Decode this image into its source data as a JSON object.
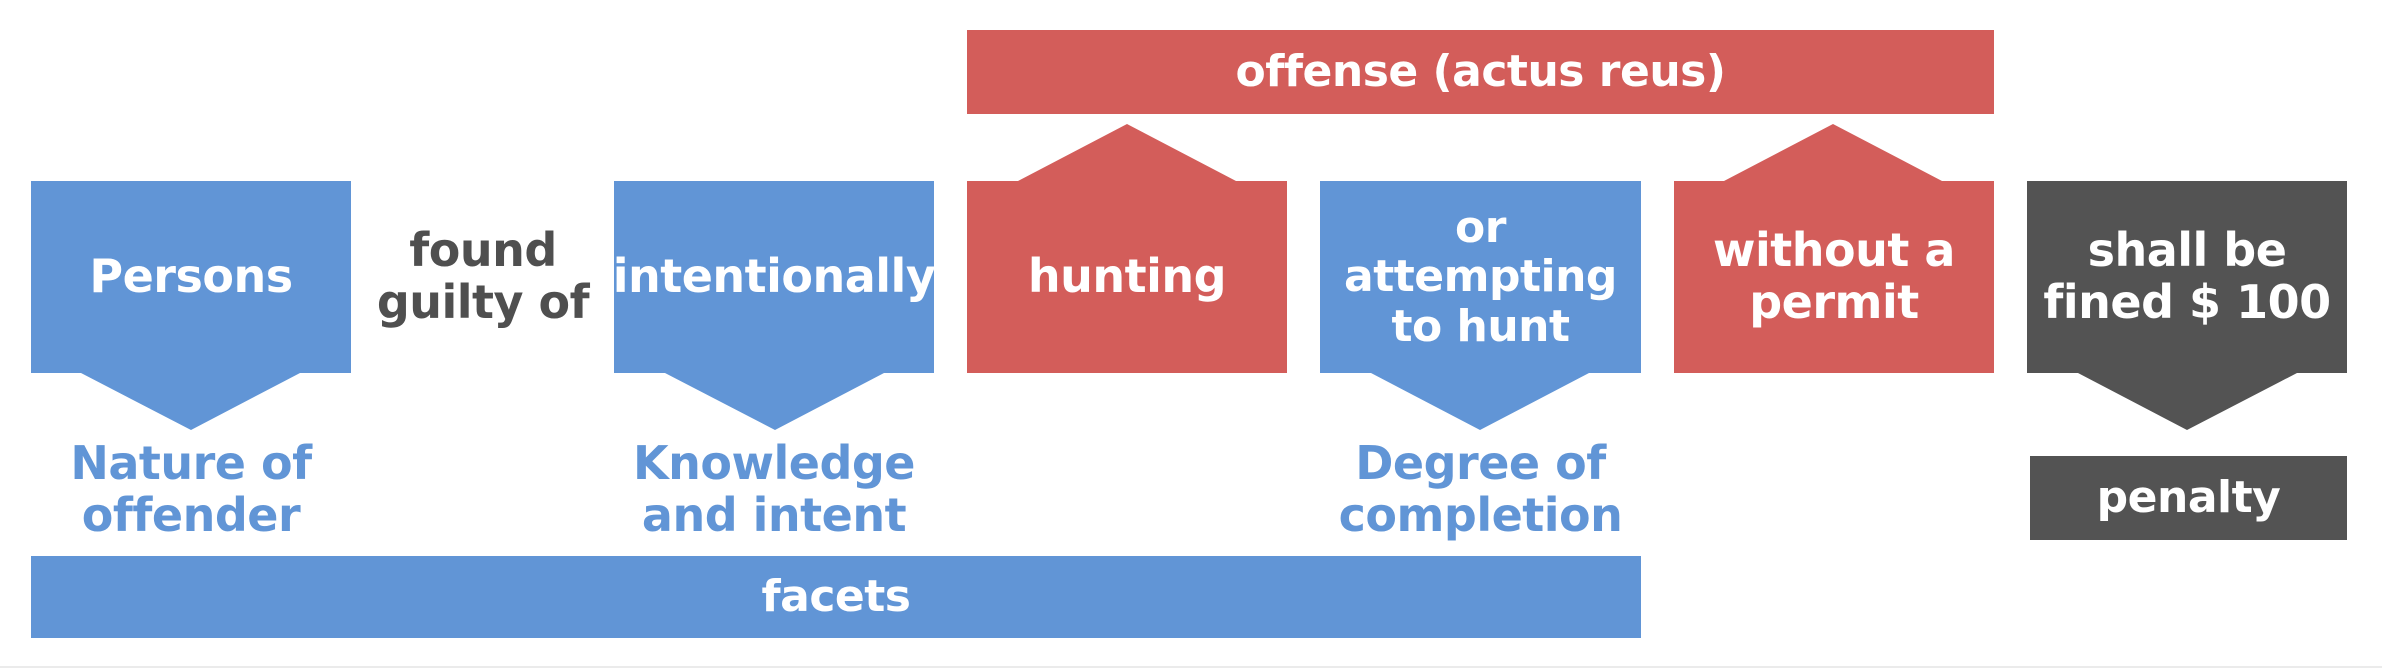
{
  "colors": {
    "blue": "#6195d6",
    "red": "#d35d5a",
    "dark": "#535353",
    "gray_text": "#4f4f4f",
    "white": "#ffffff"
  },
  "offense_bar": {
    "label": "offense (actus reus)"
  },
  "nodes": {
    "persons": {
      "label": "Persons"
    },
    "found_guilty": {
      "label": "found\nguilty of"
    },
    "intentionally": {
      "label": "intentionally"
    },
    "hunting": {
      "label": "hunting"
    },
    "attempting": {
      "label": "or\nattempting\nto hunt"
    },
    "without_permit": {
      "label": "without a\npermit"
    },
    "fined": {
      "label": "shall be\nfined $ 100"
    }
  },
  "facet_labels": {
    "nature": "Nature of\noffender",
    "knowledge": "Knowledge\nand intent",
    "degree": "Degree of\ncompletion"
  },
  "facets_bar": {
    "label": "facets"
  },
  "penalty_bar": {
    "label": "penalty"
  }
}
